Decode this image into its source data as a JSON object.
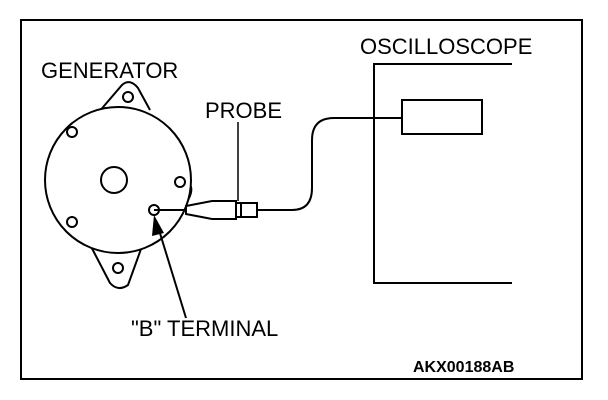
{
  "labels": {
    "generator": "GENERATOR",
    "probe": "PROBE",
    "oscilloscope": "OSCILLOSCOPE",
    "b_terminal": "\"B\" TERMINAL",
    "figure_code": "AKX00188AB"
  }
}
